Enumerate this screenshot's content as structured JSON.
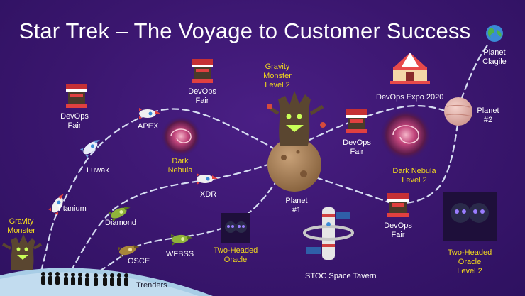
{
  "title": "Star Trek – The Voyage to Customer Success",
  "colors": {
    "background": "#3b1670",
    "text": "#ffffff",
    "highlight": "#f2d91d",
    "path": "#d6dcf2"
  },
  "labels": {
    "gravity_monster": [
      "Gravity",
      "Monster"
    ],
    "titanium": "Titanium",
    "luwak": "Luwak",
    "devops_fair_1": [
      "DevOps",
      "Fair"
    ],
    "apex": "APEX",
    "devops_fair_2": [
      "DevOps",
      "Fair"
    ],
    "dark_nebula": [
      "Dark",
      "Nebula"
    ],
    "xdr": "XDR",
    "diamond": "Diamond",
    "osce": "OSCE",
    "wfbss": "WFBSS",
    "two_headed_oracle": [
      "Two-Headed",
      "Oracle"
    ],
    "gravity_monster_2": [
      "Gravity",
      "Monster",
      "Level 2"
    ],
    "planet_1": [
      "Planet",
      "#1"
    ],
    "stoc_space_tavern": "STOC Space Tavern",
    "devops_fair_3": [
      "DevOps",
      "Fair"
    ],
    "devops_expo": "DevOps Expo 2020",
    "dark_nebula_2": [
      "Dark Nebula",
      "Level 2"
    ],
    "devops_fair_4": [
      "DevOps",
      "Fair"
    ],
    "planet_2": [
      "Planet",
      "#2"
    ],
    "planet_clagile": [
      "Planet",
      "Clagile"
    ],
    "two_headed_oracle_2": [
      "Two-Headed",
      "Oracle",
      "Level 2"
    ],
    "trenders": "Trenders"
  }
}
